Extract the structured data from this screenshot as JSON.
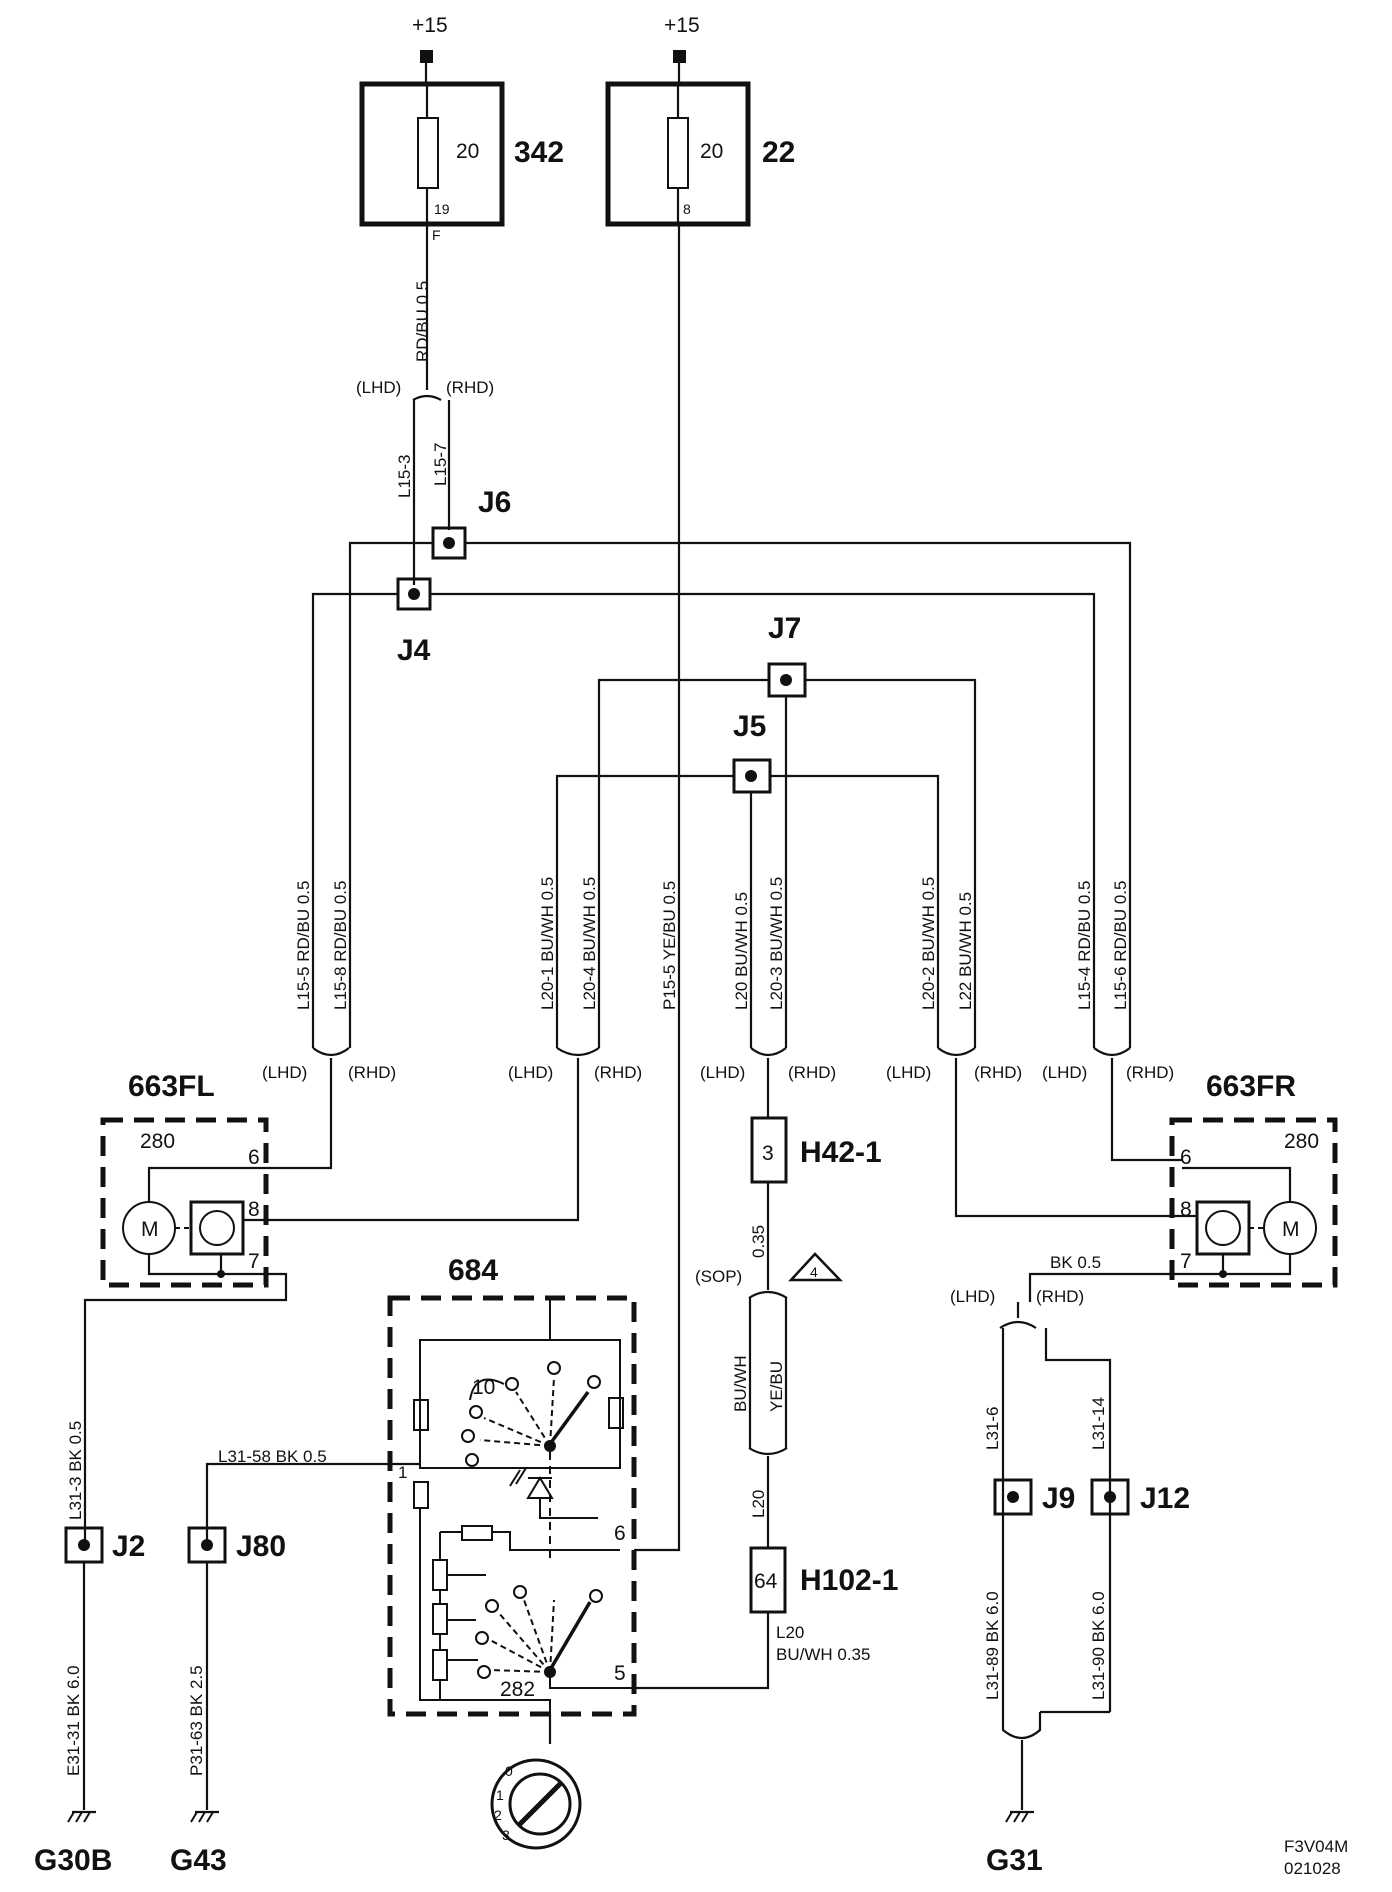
{
  "supply": {
    "left": "+15",
    "right": "+15"
  },
  "fuse_342": {
    "id": "342",
    "rating": "20",
    "pin": "19",
    "pin_letter": "F"
  },
  "fuse_22": {
    "id": "22",
    "rating": "20",
    "pin": "8"
  },
  "wires": {
    "fuse_out": "RD/BU  0.5",
    "l15_3": "L15-3",
    "l15_7": "L15-7",
    "l15_5": "L15-5  RD/BU  0.5",
    "l15_8": "L15-8  RD/BU  0.5",
    "l20_1": "L20-1  BU/WH 0.5",
    "l20_4": "L20-4  BU/WH 0.5",
    "p15_5": "P15-5  YE/BU   0.5",
    "l20": "L20  BU/WH  0.5",
    "l20_3": "L20-3  BU/WH  0.5",
    "l20_2": "L20-2  BU/WH  0.5",
    "l22": "L22  BU/WH  0.5",
    "l15_4": "L15-4  RD/BU  0.5",
    "l15_6": "L15-6  RD/BU  0.5",
    "l31_3": "L31-3  BK   0.5",
    "e31_31": "E31-31  BK  6.0",
    "p31_63": "P31-63  BK  2.5",
    "l31_58": "L31-58  BK   0.5",
    "bk_05": "BK   0.5",
    "l31_6": "L31-6",
    "l31_14": "L31-14",
    "l31_89": "L31-89  BK   6.0",
    "l31_90": "L31-90  BK   6.0",
    "w035": "0.35",
    "buwh": "BU/WH",
    "yebu": "YE/BU",
    "l20b": "L20",
    "l20c": "L20",
    "l20c_spec": "BU/WH 0.35"
  },
  "variants": {
    "lhd": "(LHD)",
    "rhd": "(RHD)",
    "sop": "(SOP)"
  },
  "junctions": {
    "j4": "J4",
    "j6": "J6",
    "j7": "J7",
    "j5": "J5",
    "j2": "J2",
    "j80": "J80",
    "j9": "J9",
    "j12": "J12"
  },
  "components": {
    "m663fl": {
      "id": "663FL",
      "code": "280",
      "pin6": "6",
      "pin8": "8",
      "pin7": "7",
      "motor": "M"
    },
    "m663fr": {
      "id": "663FR",
      "code": "280",
      "pin6": "6",
      "pin8": "8",
      "pin7": "7",
      "motor": "M"
    },
    "c684": {
      "id": "684",
      "pin10": "10",
      "pin1": "1",
      "pin6": "6",
      "pin5": "5",
      "code282": "282"
    },
    "h42": {
      "id": "H42-1",
      "pin": "3"
    },
    "h102": {
      "id": "H102-1",
      "pin": "64"
    }
  },
  "grounds": {
    "g30b": "G30B",
    "g43": "G43",
    "g31": "G31"
  },
  "note": {
    "number": "4"
  },
  "dial": {
    "d0": "0",
    "d1": "1",
    "d2": "2",
    "d3": "3"
  },
  "footer": {
    "code": "F3V04M",
    "date": "021028"
  }
}
